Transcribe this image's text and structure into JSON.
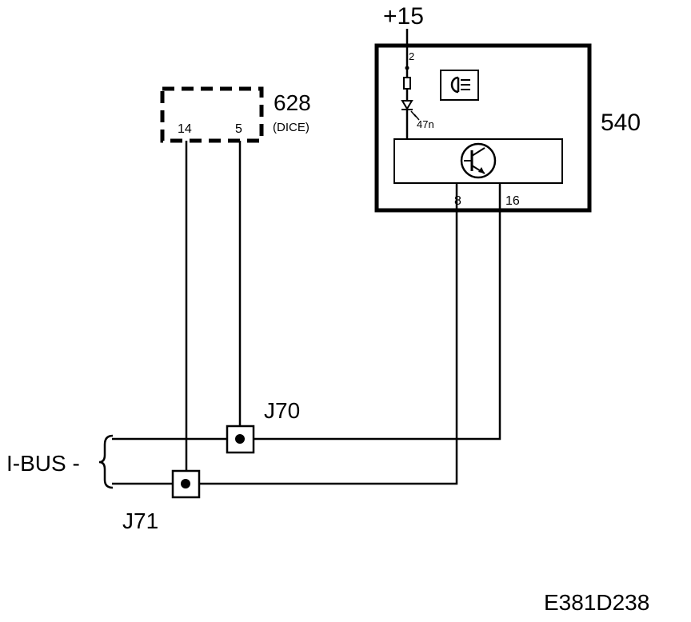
{
  "diagram": {
    "supply_label": "+15",
    "module_540": {
      "id": "540",
      "pin_supply": "2",
      "led_rating": "47n",
      "pin_8": "8",
      "pin_16": "16"
    },
    "module_628": {
      "id": "628",
      "name": "(DICE)",
      "pin_14": "14",
      "pin_5": "5"
    },
    "junction_j70": "J70",
    "junction_j71": "J71",
    "bus_label": "I-BUS -",
    "figure_code": "E381D238"
  }
}
